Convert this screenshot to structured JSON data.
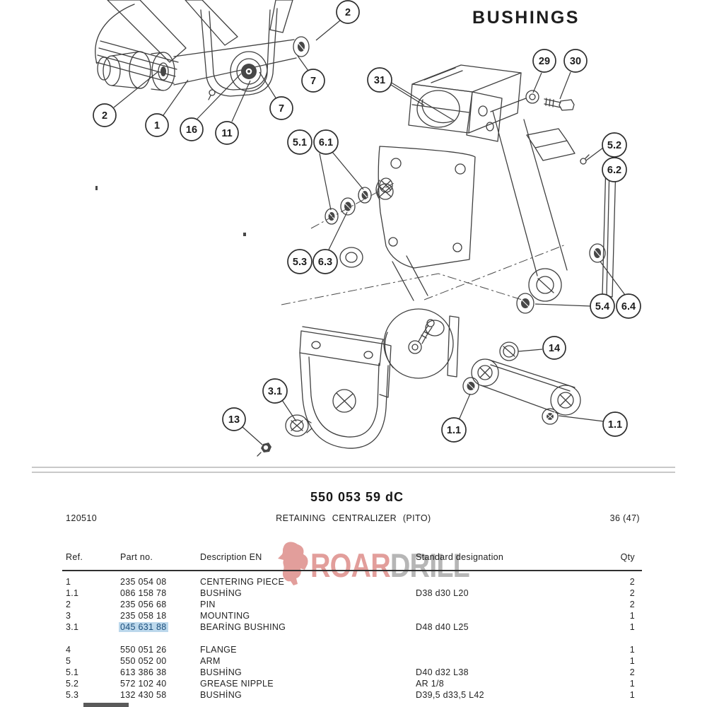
{
  "drawing": {
    "title": "BUSHINGS",
    "callouts": [
      "2",
      "7",
      "2",
      "1",
      "16",
      "11",
      "7",
      "31",
      "29",
      "30",
      "5.1",
      "6.1",
      "5.2",
      "6.2",
      "5.3",
      "6.3",
      "5.4",
      "6.4",
      "14",
      "3.1",
      "13",
      "1.1",
      "1.1"
    ]
  },
  "header": {
    "doc_number": "550 053 59 dC",
    "date_code": "120510",
    "doc_title": "RETAINING  CENTRALIZER  (PITO)",
    "page": "36 (47)"
  },
  "watermark": {
    "roar": "ROAR",
    "drill": "DRILL"
  },
  "colors": {
    "highlight_bg": "#bcd8ec",
    "highlight_text": "#1d4f7c",
    "watermark_red": "#c63e37",
    "watermark_gray": "#7a7a7a",
    "divider_gray": "#c9c9c9"
  },
  "table": {
    "columns": {
      "ref": "Ref.",
      "part_no": "Part no.",
      "desc": "Description EN",
      "std": "Standard designation",
      "qty": "Qty"
    },
    "rows": [
      {
        "ref": "1",
        "part_no": "235 054 08",
        "desc": "CENTERING PIECE",
        "std": "",
        "qty": "2"
      },
      {
        "ref": "1.1",
        "part_no": "086 158 78",
        "desc": "BUSHİNG",
        "std": "D38 d30 L20",
        "qty": "2"
      },
      {
        "ref": "2",
        "part_no": "235 056 68",
        "desc": "PIN",
        "std": "",
        "qty": "2"
      },
      {
        "ref": "3",
        "part_no": "235 058 18",
        "desc": "MOUNTING",
        "std": "",
        "qty": "1"
      },
      {
        "ref": "3.1",
        "part_no": "045 631 88",
        "desc": "BEARİNG BUSHING",
        "std": "D48 d40 L25",
        "qty": "1"
      },
      {
        "ref": "4",
        "part_no": "550 051 26",
        "desc": "FLANGE",
        "std": "",
        "qty": "1"
      },
      {
        "ref": "5",
        "part_no": "550 052 00",
        "desc": "ARM",
        "std": "",
        "qty": "1"
      },
      {
        "ref": "5.1",
        "part_no": "613 386 38",
        "desc": "BUSHİNG",
        "std": "D40 d32 L38",
        "qty": "2"
      },
      {
        "ref": "5.2",
        "part_no": "572 102 40",
        "desc": "GREASE NIPPLE",
        "std": "AR  1/8",
        "qty": "1"
      },
      {
        "ref": "5.3",
        "part_no": "132 430 58",
        "desc": "BUSHİNG",
        "std": "D39,5 d33,5 L42",
        "qty": "1"
      }
    ]
  }
}
